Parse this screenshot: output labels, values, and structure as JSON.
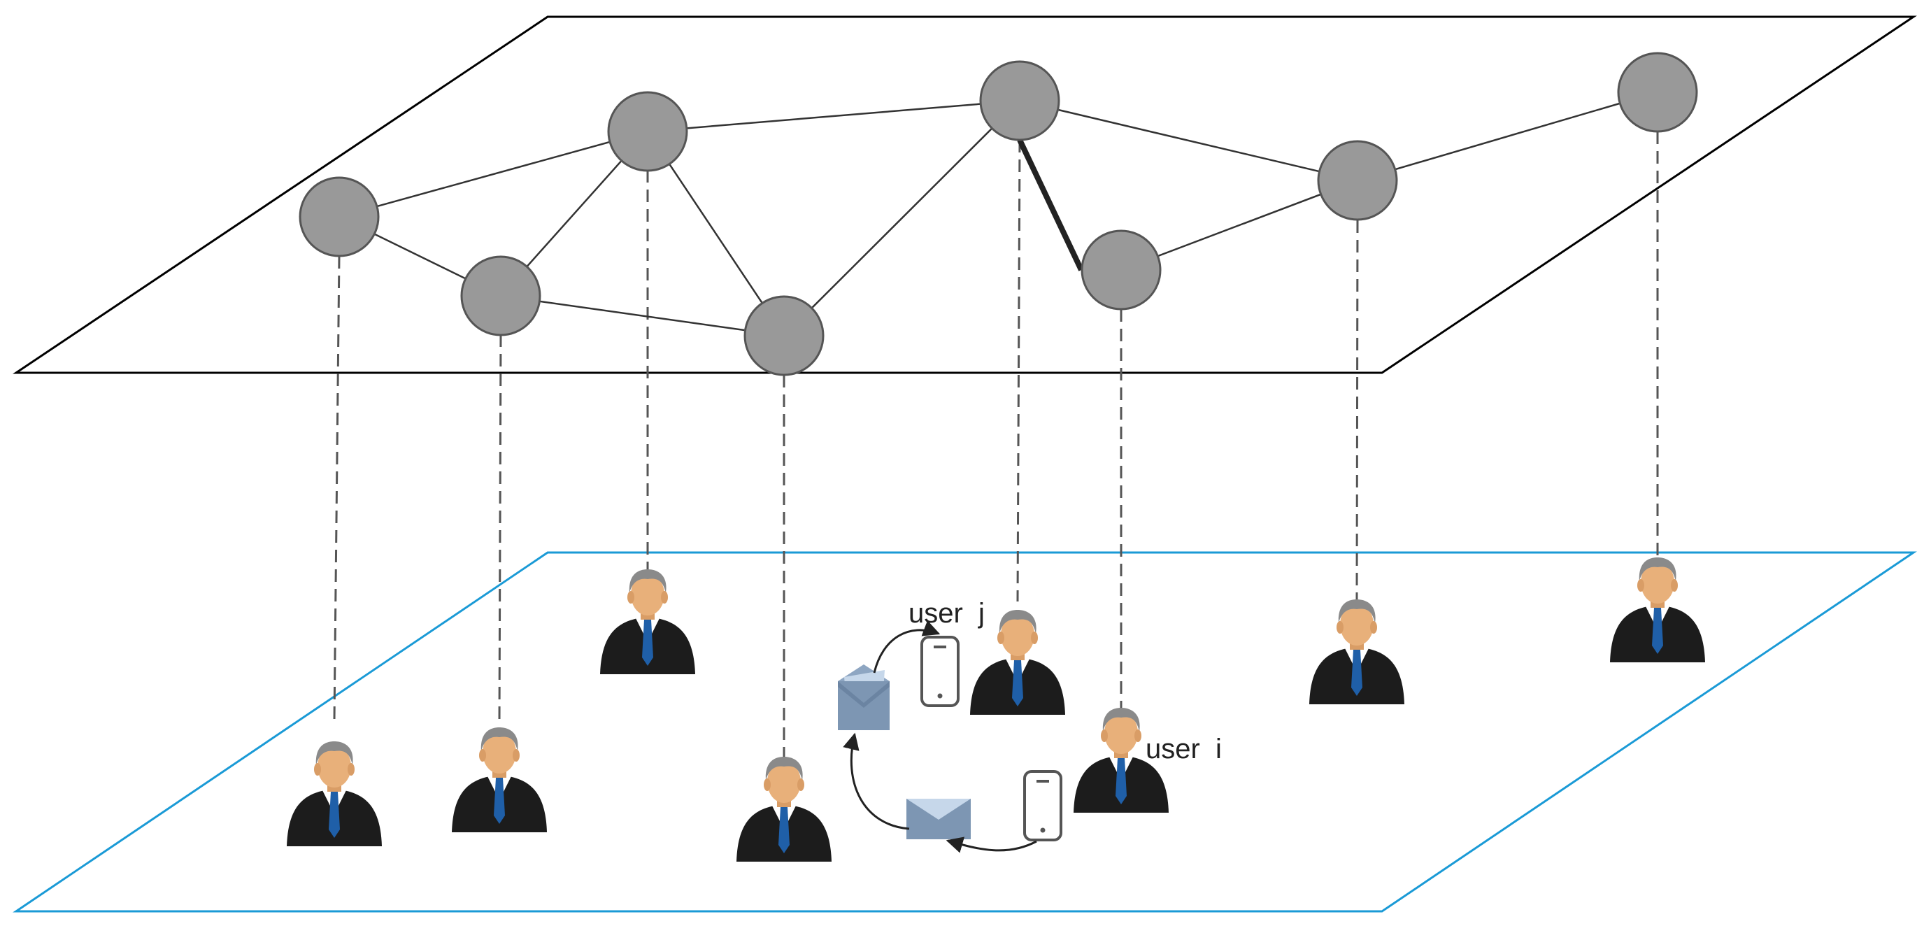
{
  "labels": {
    "user_j": "user  j",
    "user_i": "user  i"
  },
  "colors": {
    "node_fill": "#999999",
    "node_stroke": "#555555",
    "social_plane": "#000000",
    "physical_plane": "#1a9ad6",
    "suit": "#1c1c1c",
    "skin": "#e8b07a",
    "hair": "#8a8a8a",
    "tie": "#1f5fa8",
    "envelope": "#7d96b3",
    "envelope_flap": "#c6d7ea"
  },
  "network": {
    "nodes": [
      "n1",
      "n2",
      "n3",
      "n4",
      "n5",
      "n6",
      "n7",
      "n8"
    ],
    "edges": [
      {
        "from": "n1",
        "to": "n3",
        "strong": false
      },
      {
        "from": "n1",
        "to": "n2",
        "strong": false
      },
      {
        "from": "n2",
        "to": "n3",
        "strong": false
      },
      {
        "from": "n2",
        "to": "n4",
        "strong": false
      },
      {
        "from": "n3",
        "to": "n5",
        "strong": false
      },
      {
        "from": "n3",
        "to": "n4",
        "strong": false
      },
      {
        "from": "n4",
        "to": "n5",
        "strong": false
      },
      {
        "from": "n5",
        "to": "n7",
        "strong": false
      },
      {
        "from": "n5",
        "to": "n6",
        "strong": true
      },
      {
        "from": "n6",
        "to": "n7",
        "strong": false
      },
      {
        "from": "n7",
        "to": "n8",
        "strong": false
      }
    ]
  },
  "users": [
    {
      "id": "u1",
      "node": "n1"
    },
    {
      "id": "u2",
      "node": "n2"
    },
    {
      "id": "u3",
      "node": "n3"
    },
    {
      "id": "u4",
      "node": "n4"
    },
    {
      "id": "user-j",
      "node": "n5"
    },
    {
      "id": "user-i",
      "node": "n6"
    },
    {
      "id": "u7",
      "node": "n7"
    },
    {
      "id": "u8",
      "node": "n8"
    }
  ],
  "icons": [
    "smartphone-icon",
    "envelope-open-icon",
    "envelope-closed-icon",
    "businessman-icon"
  ]
}
